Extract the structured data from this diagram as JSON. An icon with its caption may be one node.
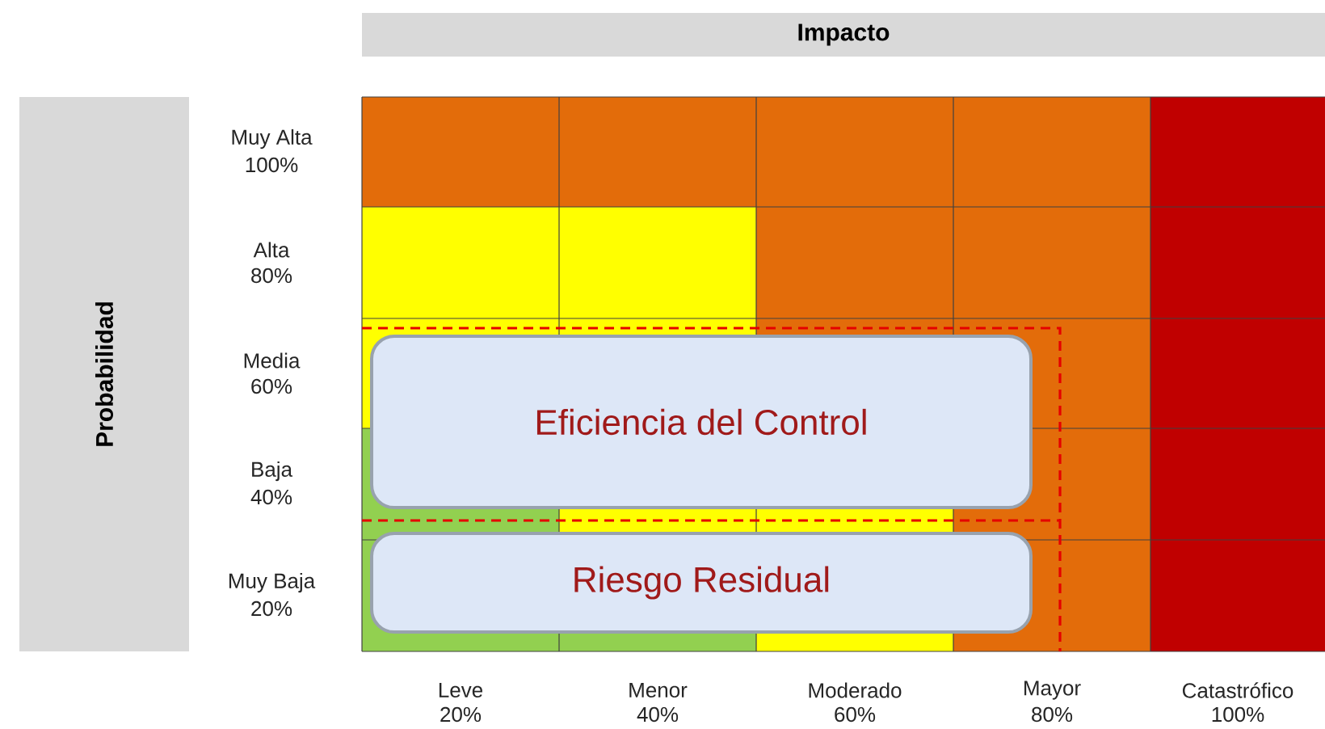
{
  "diagram": {
    "nodes": [
      {
        "text": [
          "Impacto"
        ]
      },
      {
        "text": [
          "Probabilidad"
        ]
      },
      {
        "text": [
          "Eficiencia del Control"
        ]
      },
      {
        "text": [
          "Riesgo Residual"
        ]
      }
    ],
    "labels": [
      "Muy Alta",
      "100%",
      "Alta",
      "80%",
      "Media",
      "60%",
      "Baja",
      "40%",
      "Muy Baja",
      "20%",
      "Leve",
      "20%",
      "Menor",
      "40%",
      "Moderado",
      "60%",
      "Mayor",
      "80%",
      "Catastrófico",
      "100%"
    ]
  }
}
